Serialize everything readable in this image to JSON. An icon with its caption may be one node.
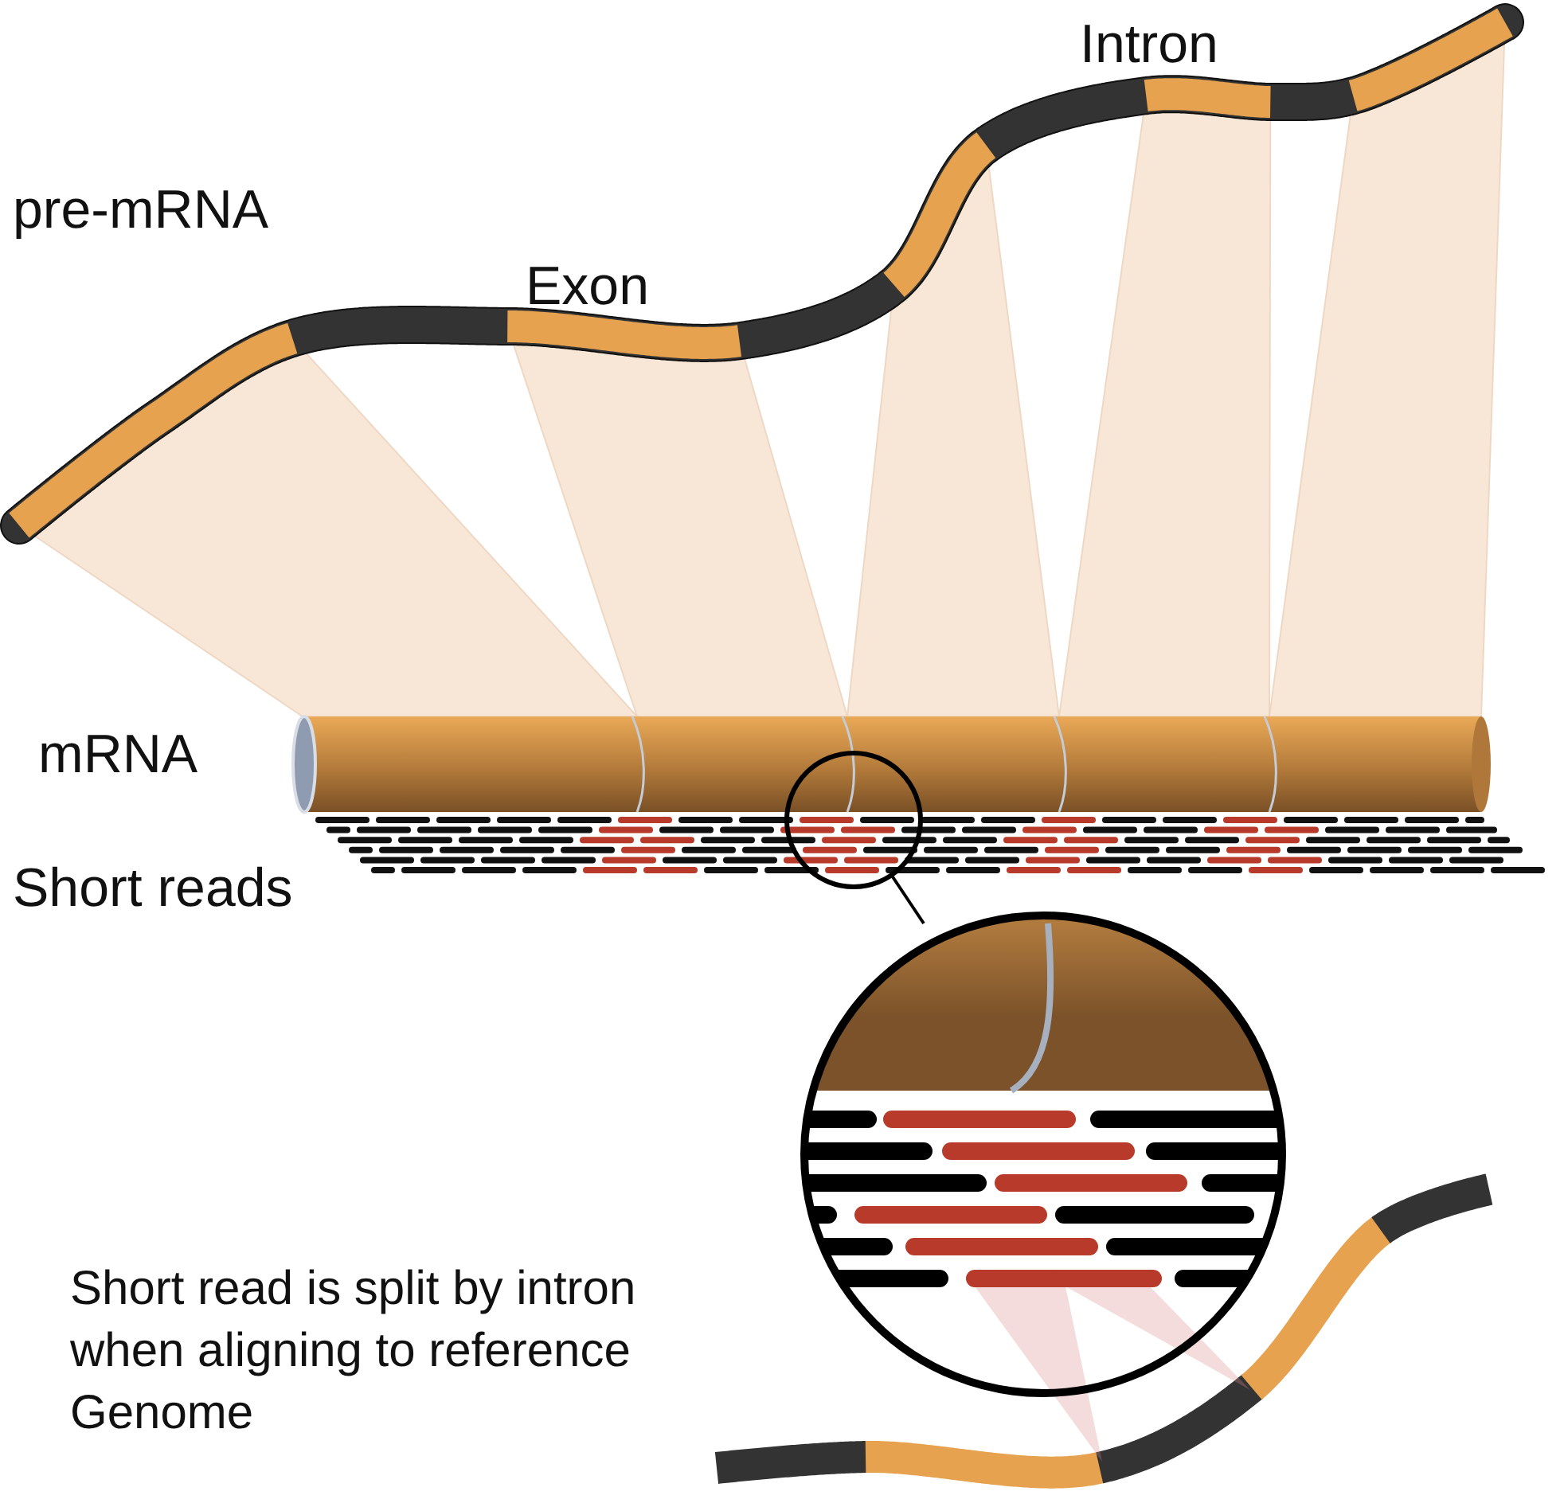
{
  "diagram": {
    "labels": [
      "Intron",
      "pre-mRNA",
      "Exon",
      "mRNA",
      "Short reads",
      "Short read is split by intron when aligning to reference Genome"
    ]
  }
}
